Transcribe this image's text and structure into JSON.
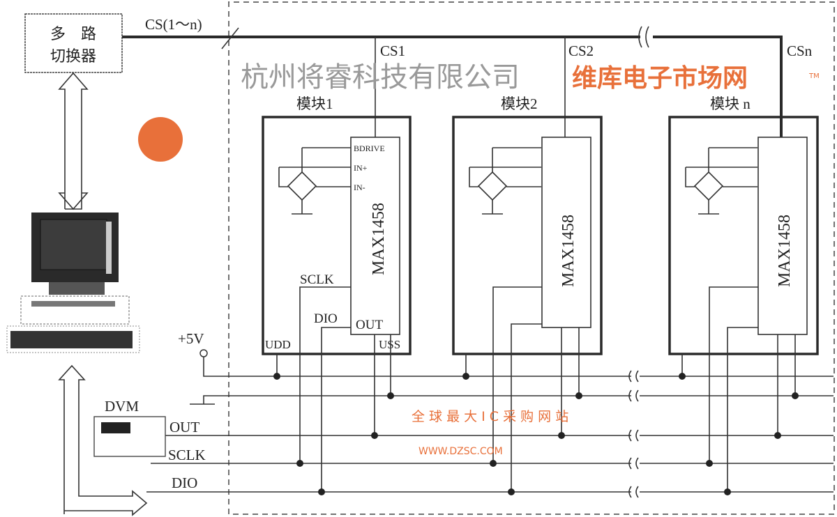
{
  "mux": {
    "line1": "多　路",
    "line2": "切换器"
  },
  "bus": {
    "cs_all": "CS(1～n)",
    "cs1": "CS1",
    "cs2": "CS2",
    "csn": "CSn"
  },
  "modules": [
    {
      "title": "模块1",
      "chip": "MAX1458"
    },
    {
      "title": "模块2",
      "chip": "MAX1458"
    },
    {
      "title": "模块 n",
      "chip": "MAX1458"
    }
  ],
  "chip1_pins": {
    "bdrive": "BDRIVE",
    "in_plus": "IN+",
    "in_minus": "IN-",
    "sclk": "SCLK",
    "dio": "DIO",
    "out": "OUT",
    "udd": "UDD",
    "uss": "USS"
  },
  "power": {
    "plus5v": "+5V"
  },
  "dvm": {
    "label": "DVM"
  },
  "signals": {
    "out": "OUT",
    "sclk": "SCLK",
    "dio": "DIO"
  },
  "watermark": {
    "company": "杭州将睿科技有限公司",
    "brand": "维库电子市场网",
    "url": "WWW.DZSC.COM",
    "slogan": "全 球 最 大 I C 采 购 网 站",
    "tm": "TM"
  }
}
